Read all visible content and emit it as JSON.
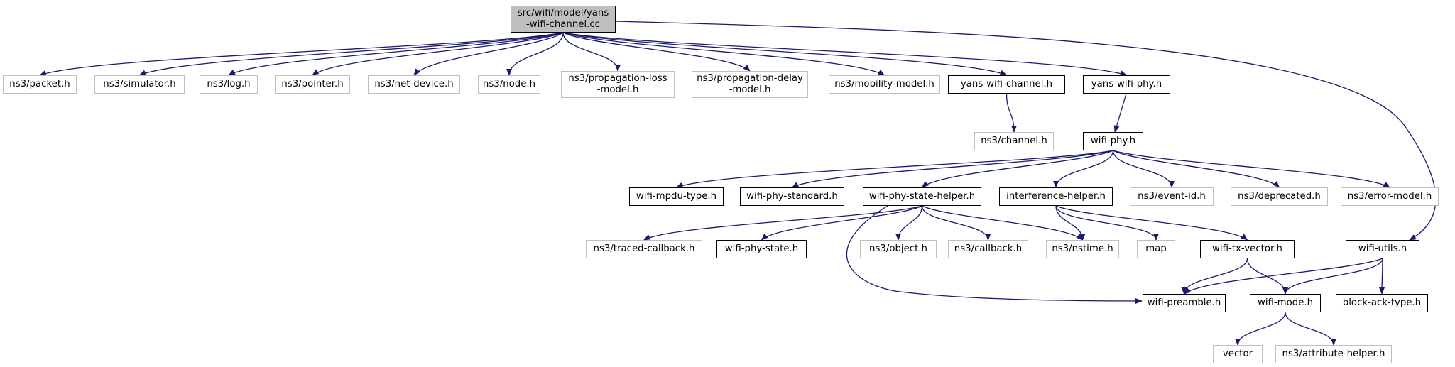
{
  "graph": {
    "edge_color": "#191970",
    "nodes": [
      {
        "id": "root",
        "label": "src/wifi/model/yans\n-wifi-channel.cc",
        "kind": "root"
      },
      {
        "id": "packet",
        "label": "ns3/packet.h",
        "kind": "ext"
      },
      {
        "id": "simulator",
        "label": "ns3/simulator.h",
        "kind": "ext"
      },
      {
        "id": "log",
        "label": "ns3/log.h",
        "kind": "ext"
      },
      {
        "id": "pointer",
        "label": "ns3/pointer.h",
        "kind": "ext"
      },
      {
        "id": "netdevice",
        "label": "ns3/net-device.h",
        "kind": "ext"
      },
      {
        "id": "node",
        "label": "ns3/node.h",
        "kind": "ext"
      },
      {
        "id": "proploss",
        "label": "ns3/propagation-loss\n-model.h",
        "kind": "ext"
      },
      {
        "id": "propdelay",
        "label": "ns3/propagation-delay\n-model.h",
        "kind": "ext"
      },
      {
        "id": "mobility",
        "label": "ns3/mobility-model.h",
        "kind": "ext"
      },
      {
        "id": "yanschannel",
        "label": "yans-wifi-channel.h",
        "kind": "int"
      },
      {
        "id": "yansphy",
        "label": "yans-wifi-phy.h",
        "kind": "int"
      },
      {
        "id": "channel",
        "label": "ns3/channel.h",
        "kind": "ext"
      },
      {
        "id": "wifiphy",
        "label": "wifi-phy.h",
        "kind": "int"
      },
      {
        "id": "mpdutype",
        "label": "wifi-mpdu-type.h",
        "kind": "int"
      },
      {
        "id": "phystandard",
        "label": "wifi-phy-standard.h",
        "kind": "int"
      },
      {
        "id": "statehelper",
        "label": "wifi-phy-state-helper.h",
        "kind": "int"
      },
      {
        "id": "interference",
        "label": "interference-helper.h",
        "kind": "int"
      },
      {
        "id": "eventid",
        "label": "ns3/event-id.h",
        "kind": "ext"
      },
      {
        "id": "deprecated",
        "label": "ns3/deprecated.h",
        "kind": "ext"
      },
      {
        "id": "errormodel",
        "label": "ns3/error-model.h",
        "kind": "ext"
      },
      {
        "id": "traced",
        "label": "ns3/traced-callback.h",
        "kind": "ext"
      },
      {
        "id": "phystate",
        "label": "wifi-phy-state.h",
        "kind": "int"
      },
      {
        "id": "object",
        "label": "ns3/object.h",
        "kind": "ext"
      },
      {
        "id": "callback",
        "label": "ns3/callback.h",
        "kind": "ext"
      },
      {
        "id": "nstime",
        "label": "ns3/nstime.h",
        "kind": "ext"
      },
      {
        "id": "map",
        "label": "map",
        "kind": "ext"
      },
      {
        "id": "txvector",
        "label": "wifi-tx-vector.h",
        "kind": "int"
      },
      {
        "id": "utils",
        "label": "wifi-utils.h",
        "kind": "int"
      },
      {
        "id": "preamble",
        "label": "wifi-preamble.h",
        "kind": "int"
      },
      {
        "id": "mode",
        "label": "wifi-mode.h",
        "kind": "int"
      },
      {
        "id": "blockack",
        "label": "block-ack-type.h",
        "kind": "int"
      },
      {
        "id": "vector",
        "label": "vector",
        "kind": "ext"
      },
      {
        "id": "attrhelper",
        "label": "ns3/attribute-helper.h",
        "kind": "ext"
      }
    ],
    "edges": [
      [
        "root",
        "packet"
      ],
      [
        "root",
        "simulator"
      ],
      [
        "root",
        "log"
      ],
      [
        "root",
        "pointer"
      ],
      [
        "root",
        "netdevice"
      ],
      [
        "root",
        "node"
      ],
      [
        "root",
        "proploss"
      ],
      [
        "root",
        "propdelay"
      ],
      [
        "root",
        "mobility"
      ],
      [
        "root",
        "yanschannel"
      ],
      [
        "root",
        "yansphy"
      ],
      [
        "root",
        "utils"
      ],
      [
        "yanschannel",
        "channel"
      ],
      [
        "yansphy",
        "wifiphy"
      ],
      [
        "wifiphy",
        "mpdutype"
      ],
      [
        "wifiphy",
        "phystandard"
      ],
      [
        "wifiphy",
        "statehelper"
      ],
      [
        "wifiphy",
        "interference"
      ],
      [
        "wifiphy",
        "eventid"
      ],
      [
        "wifiphy",
        "deprecated"
      ],
      [
        "wifiphy",
        "errormodel"
      ],
      [
        "statehelper",
        "traced"
      ],
      [
        "statehelper",
        "phystate"
      ],
      [
        "statehelper",
        "object"
      ],
      [
        "statehelper",
        "callback"
      ],
      [
        "statehelper",
        "nstime"
      ],
      [
        "statehelper",
        "preamble"
      ],
      [
        "interference",
        "nstime"
      ],
      [
        "interference",
        "map"
      ],
      [
        "interference",
        "txvector"
      ],
      [
        "txvector",
        "preamble"
      ],
      [
        "txvector",
        "mode"
      ],
      [
        "utils",
        "preamble"
      ],
      [
        "utils",
        "mode"
      ],
      [
        "utils",
        "blockack"
      ],
      [
        "mode",
        "vector"
      ],
      [
        "mode",
        "attrhelper"
      ]
    ]
  }
}
